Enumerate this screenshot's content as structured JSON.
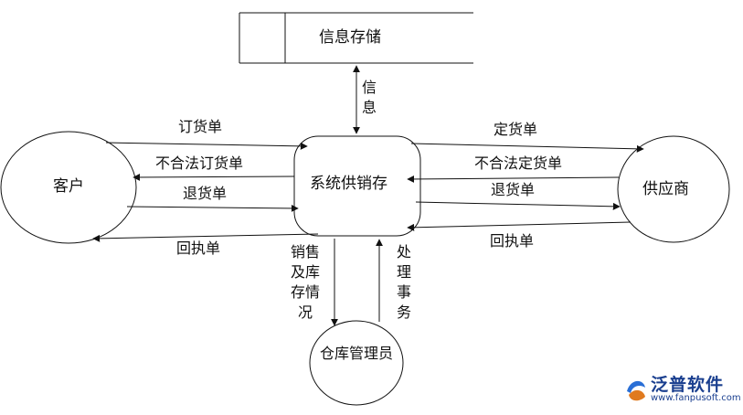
{
  "nodes": {
    "datastore": "信息存储",
    "customer": "客户",
    "system": "系统供销存",
    "supplier": "供应商",
    "warehouse": "仓库管理员"
  },
  "flows": {
    "info": "信息",
    "cust_order": "订货单",
    "cust_illegal": "不合法订货单",
    "cust_return": "退货单",
    "cust_receipt": "回执单",
    "sup_order": "定货单",
    "sup_illegal": "不合法定货单",
    "sup_return": "退货单",
    "sup_receipt": "回执单",
    "sales_stock": "销售及库存情况",
    "process": "处理事务"
  },
  "logo": {
    "name": "泛普软件",
    "url": "www.fanpusoft.com"
  }
}
